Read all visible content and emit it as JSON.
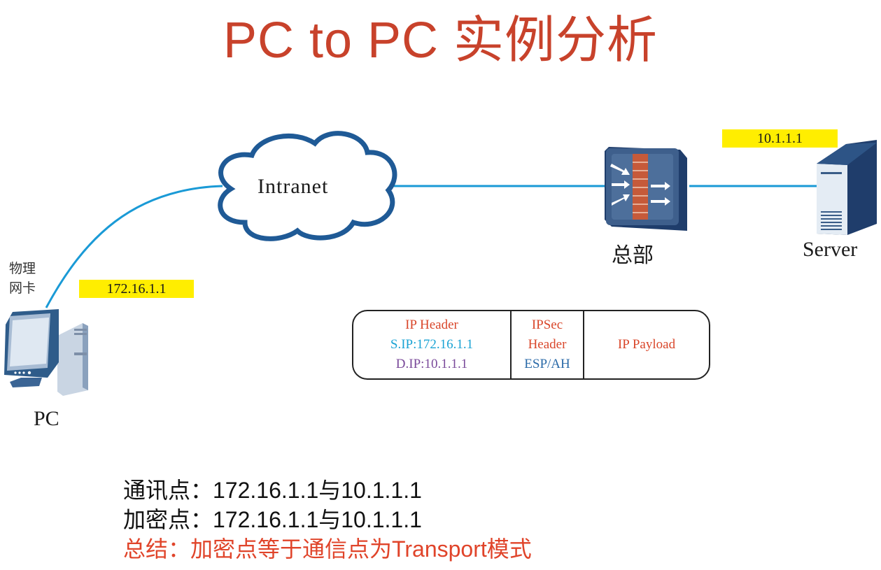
{
  "title": "PC to PC 实例分析",
  "cloud": {
    "label": "Intranet"
  },
  "devices": {
    "pc": {
      "label": "PC",
      "icon": "desktop-computer-icon",
      "nic_label_line1": "物理",
      "nic_label_line2": "网卡",
      "ip": "172.16.1.1"
    },
    "firewall": {
      "label": "总部",
      "icon": "firewall-icon"
    },
    "server": {
      "label": "Server",
      "icon": "server-tower-icon",
      "ip": "10.1.1.1"
    }
  },
  "packet": {
    "ip_header": {
      "title": "IP Header",
      "src": "S.IP:172.16.1.1",
      "dst": "D.IP:10.1.1.1"
    },
    "ipsec_header": {
      "line1": "IPSec",
      "line2": "Header",
      "line3": "ESP/AH"
    },
    "payload": {
      "label": "IP Payload"
    }
  },
  "summary": {
    "line1": "通讯点：172.16.1.1与10.1.1.1",
    "line2": "加密点：172.16.1.1与10.1.1.1",
    "line3": "总结：加密点等于通信点为Transport模式"
  },
  "colors": {
    "title": "#c8422b",
    "link": "#1a9ad6",
    "ip_tag": "#ffee00",
    "accent_red": "#e0442a"
  }
}
